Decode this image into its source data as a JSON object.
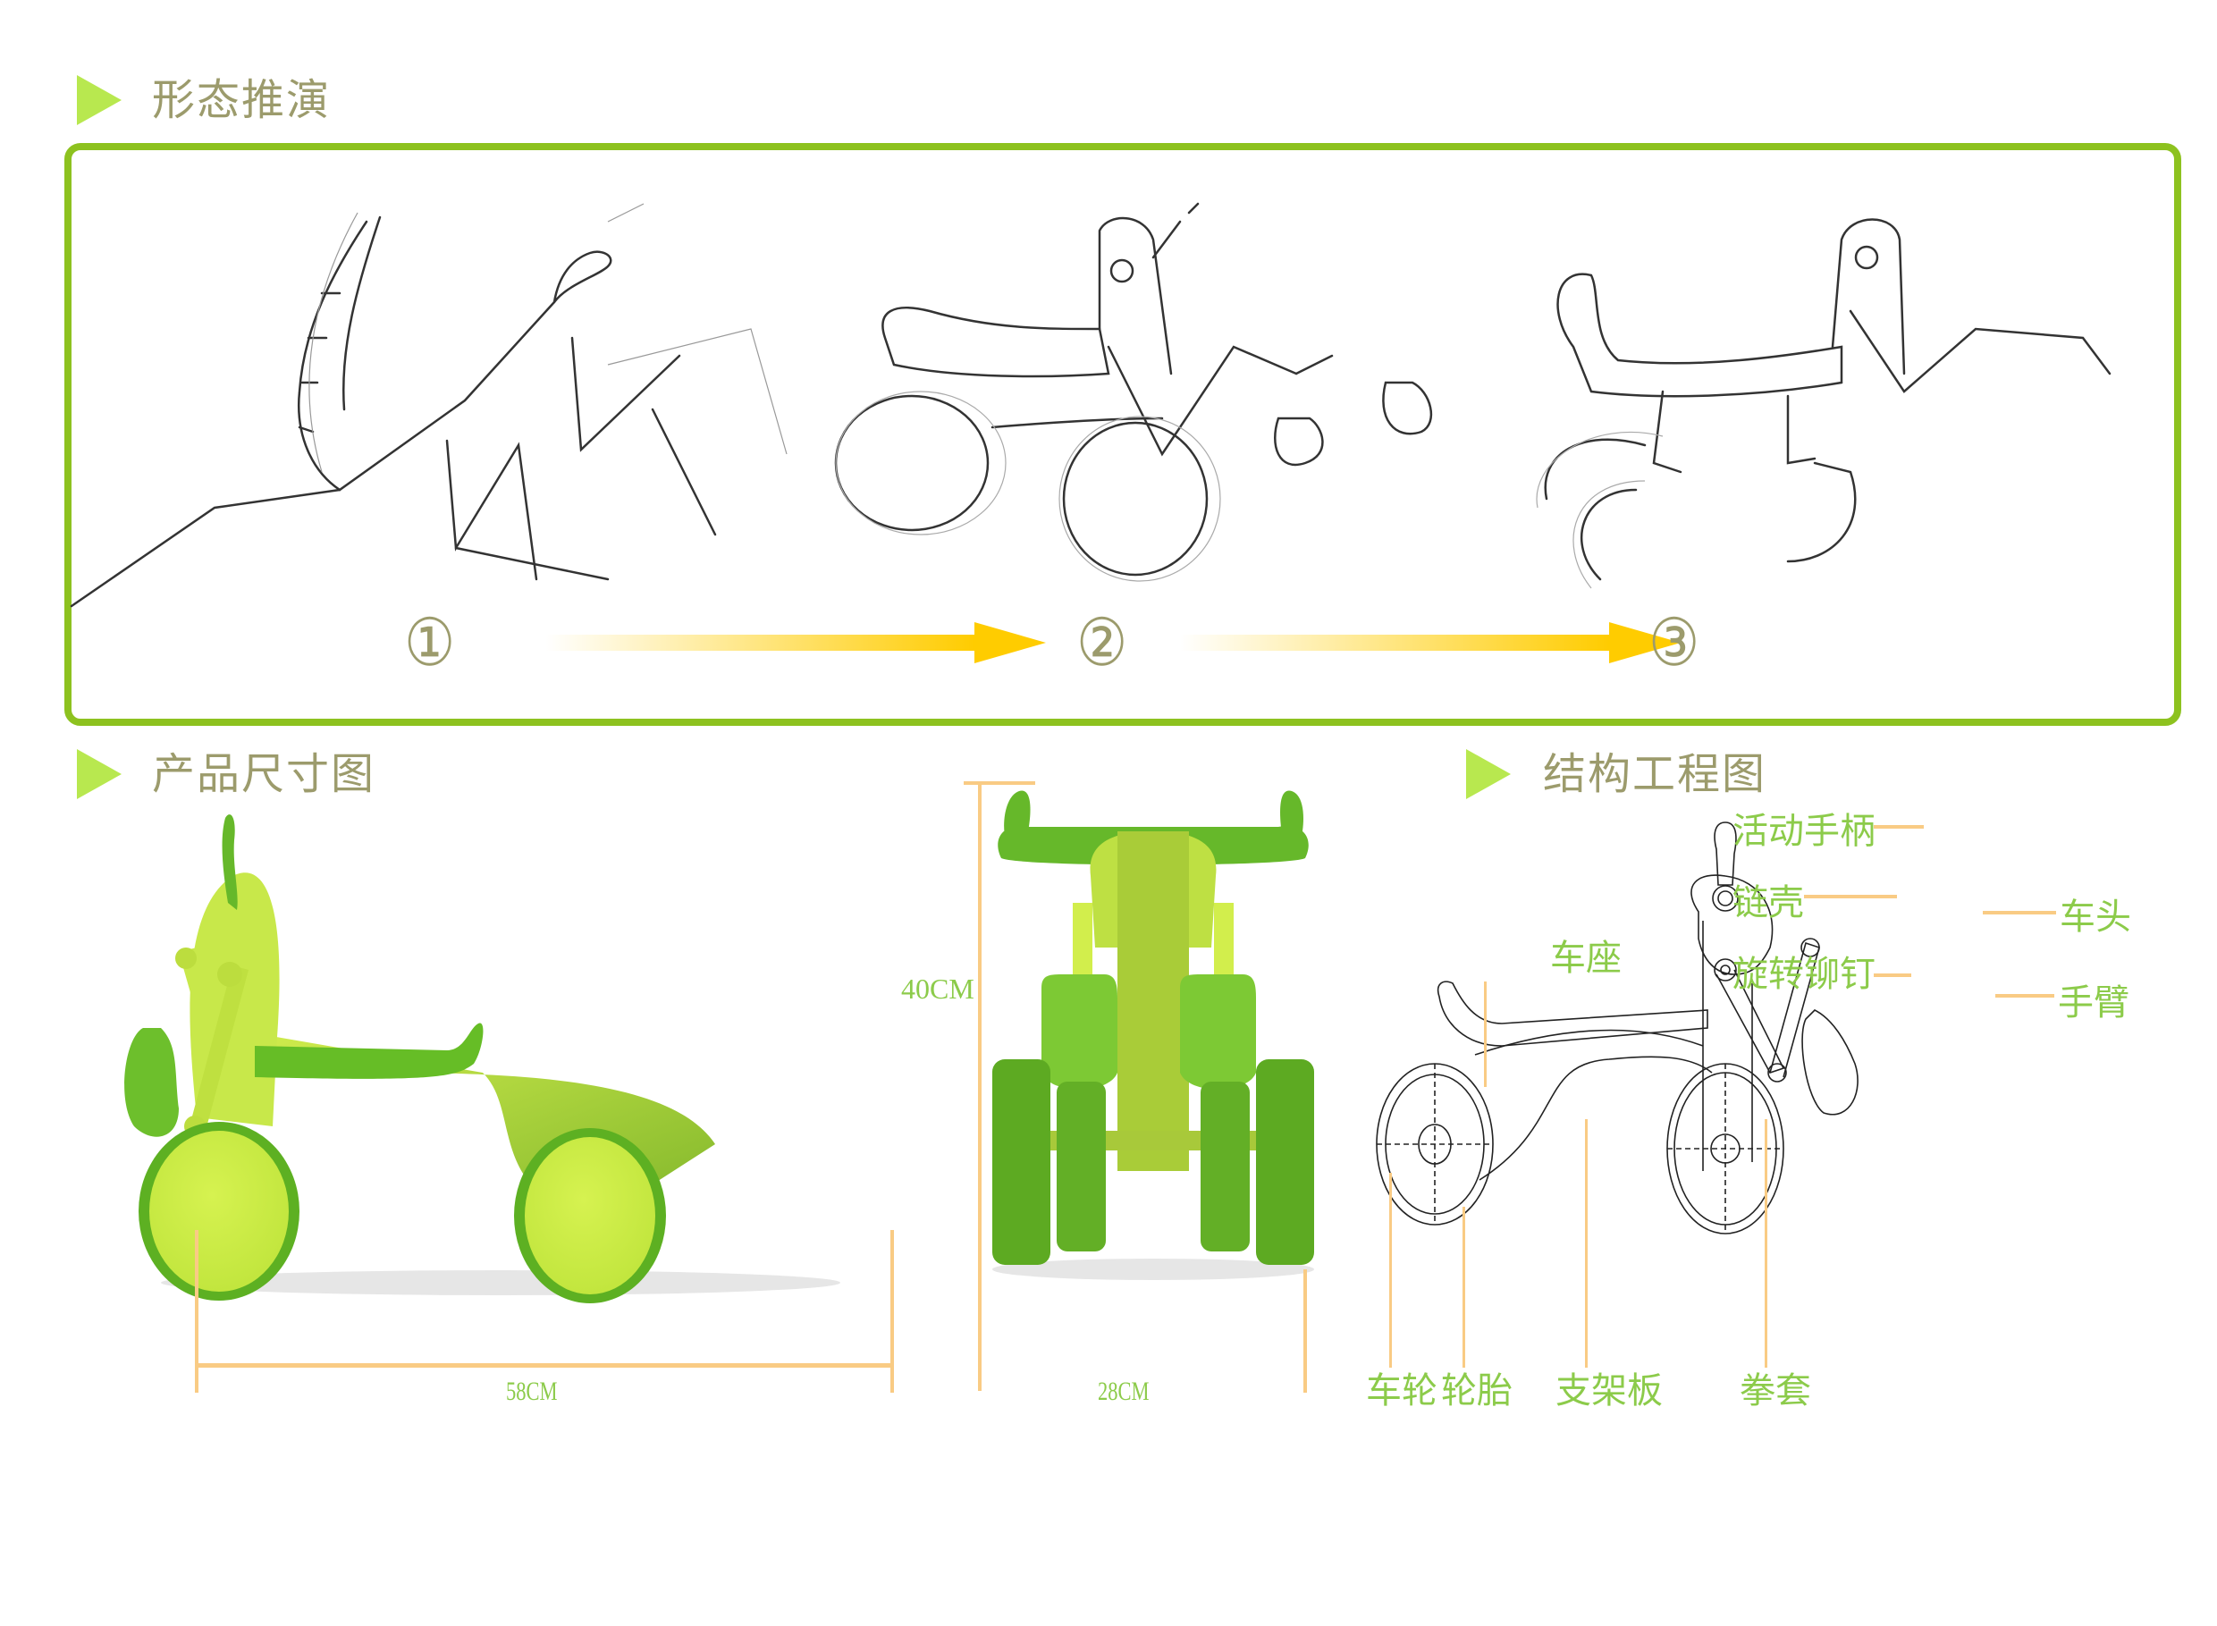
{
  "sections": {
    "evolution": {
      "title": "形态推演"
    },
    "dimensions": {
      "title": "产品尺寸图"
    },
    "structure": {
      "title": "结构工程图"
    }
  },
  "evolution_steps": [
    {
      "number": "①",
      "subject": "praying mantis sketch"
    },
    {
      "number": "②",
      "subject": "balance bike concept sketch"
    },
    {
      "number": "③",
      "subject": "refined bike sketch"
    }
  ],
  "dimensions": {
    "length": "58CM",
    "height": "40CM",
    "width": "28CM"
  },
  "structure_labels": {
    "handle": "活动手柄",
    "chain_cover": "链壳",
    "head": "车头",
    "rivet": "旋转铆钉",
    "arm": "手臂",
    "seat": "车座",
    "wheel": "车轮",
    "tire": "轮胎",
    "frame": "支架板",
    "glove": "拳套"
  },
  "colors": {
    "accent_green": "#8DC21F",
    "triangle": "#B8E84F",
    "title_text": "#9C9B6C",
    "label_text": "#8CCB4A",
    "dimension_line": "#F9CB84",
    "arrow": "#FFCC00",
    "product_dark": "#5DAA22",
    "product_light": "#C8EC45"
  }
}
